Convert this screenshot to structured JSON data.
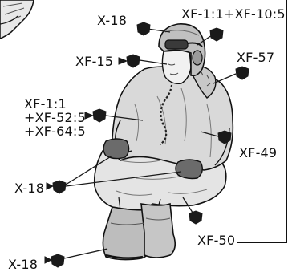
{
  "callouts": [
    {
      "id": "helmet",
      "text": "X-18"
    },
    {
      "id": "goggle-strap",
      "text": "XF-1:1+XF-10:5"
    },
    {
      "id": "goggles",
      "text": "XF-15"
    },
    {
      "id": "collar",
      "text": "XF-57"
    },
    {
      "id": "jacket",
      "lines": [
        "XF-1:1",
        "+XF-52:5",
        "+XF-64:5"
      ]
    },
    {
      "id": "glove-right",
      "text": "XF-49"
    },
    {
      "id": "gloves",
      "text": "X-18"
    },
    {
      "id": "trousers",
      "text": "XF-50"
    },
    {
      "id": "boots",
      "text": "X-18"
    }
  ],
  "colors": {
    "ink": "#111111",
    "jacket": "#d9d9d9",
    "trousers": "#e4e4e4",
    "boots": "#bdbdbd",
    "dark": "#1a1a1a"
  }
}
